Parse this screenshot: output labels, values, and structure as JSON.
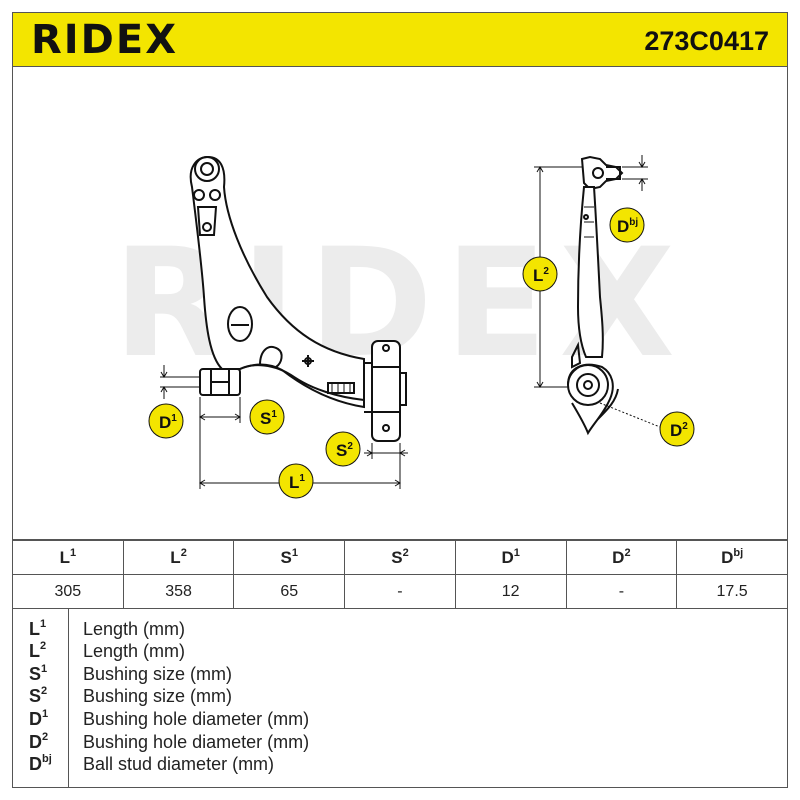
{
  "header": {
    "brand": "RIDEX",
    "part_number": "273C0417"
  },
  "diagram": {
    "watermark": "RIDEX",
    "labels": {
      "d1": {
        "main": "D",
        "sup": "1"
      },
      "s1": {
        "main": "S",
        "sup": "1"
      },
      "s2": {
        "main": "S",
        "sup": "2"
      },
      "l1": {
        "main": "L",
        "sup": "1"
      },
      "l2": {
        "main": "L",
        "sup": "2"
      },
      "dbj": {
        "main": "D",
        "sup": "bj"
      },
      "d2": {
        "main": "D",
        "sup": "2"
      }
    },
    "accent_color": "#f3e500"
  },
  "table": {
    "headers": [
      {
        "main": "L",
        "sup": "1"
      },
      {
        "main": "L",
        "sup": "2"
      },
      {
        "main": "S",
        "sup": "1"
      },
      {
        "main": "S",
        "sup": "2"
      },
      {
        "main": "D",
        "sup": "1"
      },
      {
        "main": "D",
        "sup": "2"
      },
      {
        "main": "D",
        "sup": "bj"
      }
    ],
    "values": [
      "305",
      "358",
      "65",
      "-",
      "12",
      "-",
      "17.5"
    ]
  },
  "legend": [
    {
      "main": "L",
      "sup": "1",
      "desc": "Length (mm)"
    },
    {
      "main": "L",
      "sup": "2",
      "desc": "Length (mm)"
    },
    {
      "main": "S",
      "sup": "1",
      "desc": "Bushing size (mm)"
    },
    {
      "main": "S",
      "sup": "2",
      "desc": "Bushing size (mm)"
    },
    {
      "main": "D",
      "sup": "1",
      "desc": "Bushing hole diameter (mm)"
    },
    {
      "main": "D",
      "sup": "2",
      "desc": "Bushing hole diameter (mm)"
    },
    {
      "main": "D",
      "sup": "bj",
      "desc": "Ball stud diameter (mm)"
    }
  ]
}
